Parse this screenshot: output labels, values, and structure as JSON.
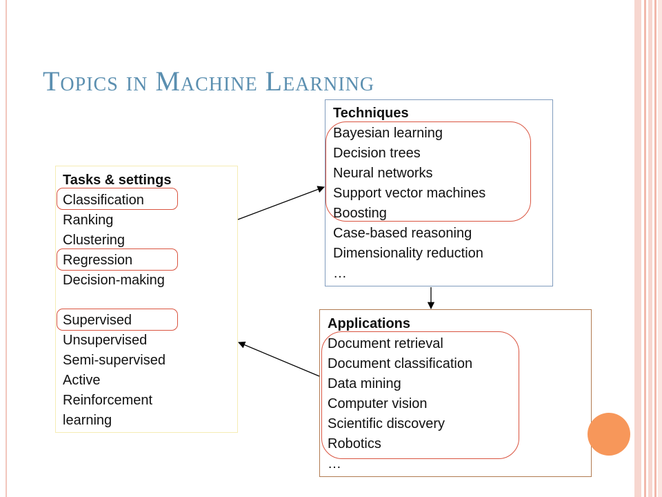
{
  "slide": {
    "title": "Topics in Machine Learning"
  },
  "tasks": {
    "heading": "Tasks & settings",
    "items": [
      "Classification",
      "Ranking",
      "Clustering",
      "Regression",
      "Decision-making"
    ],
    "settings": [
      "Supervised",
      "Unsupervised",
      "Semi-supervised",
      "Active",
      "Reinforcement",
      "learning"
    ]
  },
  "techniques": {
    "heading": "Techniques",
    "items": [
      "Bayesian learning",
      "Decision trees",
      "Neural networks",
      "Support vector machines",
      "Boosting",
      "Case-based reasoning",
      "Dimensionality reduction",
      "…"
    ]
  },
  "applications": {
    "heading": "Applications",
    "items": [
      "Document retrieval",
      "Document classification",
      "Data mining",
      "Computer vision",
      "Scientific discovery",
      "Robotics",
      "…"
    ]
  },
  "colors": {
    "title": "#5b8fb0",
    "highlight_oval": "#d9533f",
    "accent_dot": "#f7975a",
    "deco_pink": "#f2c6bd"
  }
}
